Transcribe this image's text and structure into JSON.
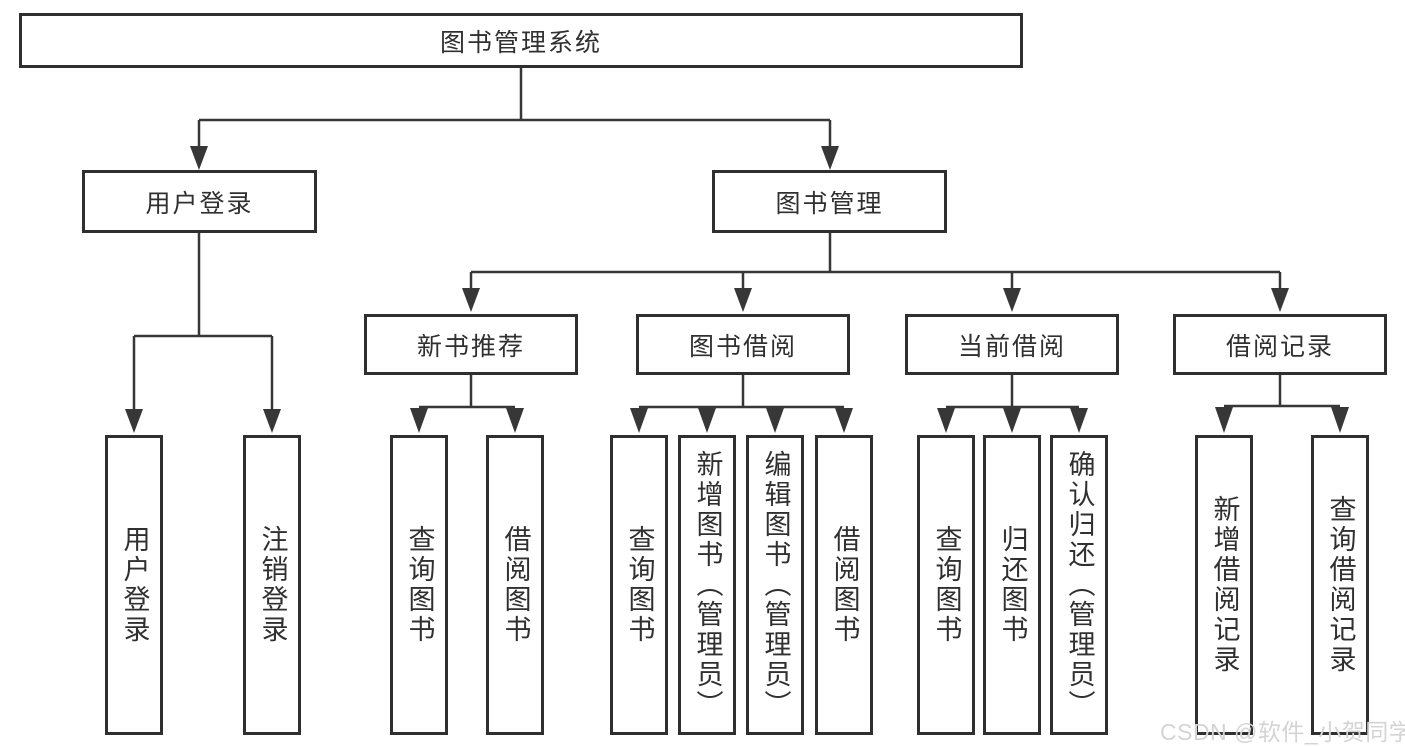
{
  "root": {
    "label": "图书管理系统"
  },
  "user_branch": {
    "label": "用户登录",
    "leaves": [
      {
        "label": "用户登录"
      },
      {
        "label": "注销登录"
      }
    ]
  },
  "mgmt_branch": {
    "label": "图书管理",
    "groups": [
      {
        "label": "新书推荐",
        "leaves": [
          {
            "label": "查询图书"
          },
          {
            "label": "借阅图书"
          }
        ]
      },
      {
        "label": "图书借阅",
        "leaves": [
          {
            "label": "查询图书"
          },
          {
            "label": "新增图书（管理员）"
          },
          {
            "label": "编辑图书（管理员）"
          },
          {
            "label": "借阅图书"
          }
        ]
      },
      {
        "label": "当前借阅",
        "leaves": [
          {
            "label": "查询图书"
          },
          {
            "label": "归还图书"
          },
          {
            "label": "确认归还（管理员）"
          }
        ]
      },
      {
        "label": "借阅记录",
        "leaves": [
          {
            "label": "新增借阅记录"
          },
          {
            "label": "查询借阅记录"
          }
        ]
      }
    ]
  },
  "watermark": {
    "text": "CSDN @软件_小贺同学"
  },
  "colors": {
    "line": "#373737",
    "border": "#2f2f2f",
    "text": "#303030",
    "watermark": "#d4d4d4",
    "background": "#ffffff"
  }
}
